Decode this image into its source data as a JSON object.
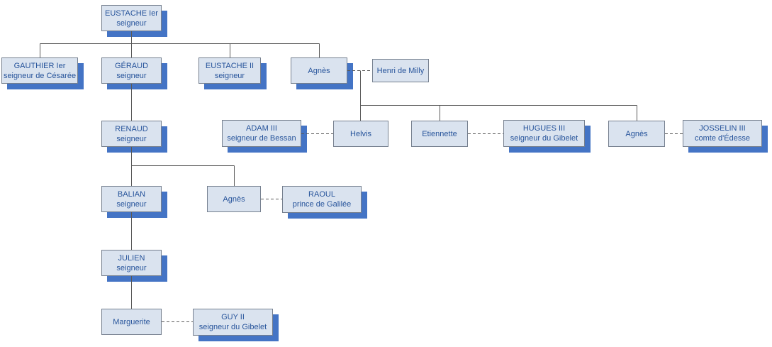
{
  "diagram": {
    "type": "family-tree",
    "colors": {
      "background": "#ffffff",
      "node_fill": "#dae3ef",
      "node_border": "#76808f",
      "node_shadow": "#4474c5",
      "node_text": "#27549b",
      "connector_line": "#595959"
    },
    "nodes": [
      {
        "id": "eustache-1er",
        "name": "EUSTACHE Ier",
        "title": "seigneur"
      },
      {
        "id": "gauthier-1er",
        "name": "GAUTHIER Ier",
        "title": "seigneur de Césarée"
      },
      {
        "id": "geraud",
        "name": "GÉRAUD",
        "title": "seigneur"
      },
      {
        "id": "eustache-2",
        "name": "EUSTACHE II",
        "title": "seigneur"
      },
      {
        "id": "agnes-milly",
        "name": "Agnès"
      },
      {
        "id": "henri-de-milly",
        "name": "Henri de Milly"
      },
      {
        "id": "renaud",
        "name": "RENAUD",
        "title": "seigneur"
      },
      {
        "id": "adam-3",
        "name": "ADAM III",
        "title": "seigneur de Bessan"
      },
      {
        "id": "helvis",
        "name": "Helvis"
      },
      {
        "id": "etiennette",
        "name": "Etiennette"
      },
      {
        "id": "hugues-3",
        "name": "HUGUES III",
        "title": "seigneur du Gibelet"
      },
      {
        "id": "agnes-edesse",
        "name": "Agnès"
      },
      {
        "id": "josselin-3",
        "name": "JOSSELIN III",
        "title": "comte d'Édesse"
      },
      {
        "id": "balian",
        "name": "BALIAN",
        "title": "seigneur"
      },
      {
        "id": "agnes-galilee",
        "name": "Agnès"
      },
      {
        "id": "raoul",
        "name": "RAOUL",
        "title": "prince de Galilée"
      },
      {
        "id": "julien",
        "name": "JULIEN",
        "title": "seigneur"
      },
      {
        "id": "marguerite",
        "name": "Marguerite"
      },
      {
        "id": "guy-2",
        "name": "GUY II",
        "title": "seigneur du Gibelet"
      }
    ],
    "relations": {
      "marriages": [
        [
          "agnes-milly",
          "henri-de-milly"
        ],
        [
          "adam-3",
          "helvis"
        ],
        [
          "etiennette",
          "hugues-3"
        ],
        [
          "agnes-edesse",
          "josselin-3"
        ],
        [
          "agnes-galilee",
          "raoul"
        ],
        [
          "marguerite",
          "guy-2"
        ]
      ],
      "descents": [
        {
          "parent": "eustache-1er",
          "children": [
            "gauthier-1er",
            "geraud",
            "eustache-2",
            "agnes-milly"
          ]
        },
        {
          "parent": "agnes-milly+henri-de-milly",
          "children": [
            "helvis",
            "etiennette",
            "agnes-edesse"
          ]
        },
        {
          "parent": "geraud",
          "children": [
            "renaud"
          ]
        },
        {
          "parent": "renaud",
          "children": [
            "balian",
            "agnes-galilee"
          ]
        },
        {
          "parent": "balian",
          "children": [
            "julien"
          ]
        },
        {
          "parent": "julien",
          "children": [
            "marguerite"
          ]
        }
      ]
    }
  }
}
